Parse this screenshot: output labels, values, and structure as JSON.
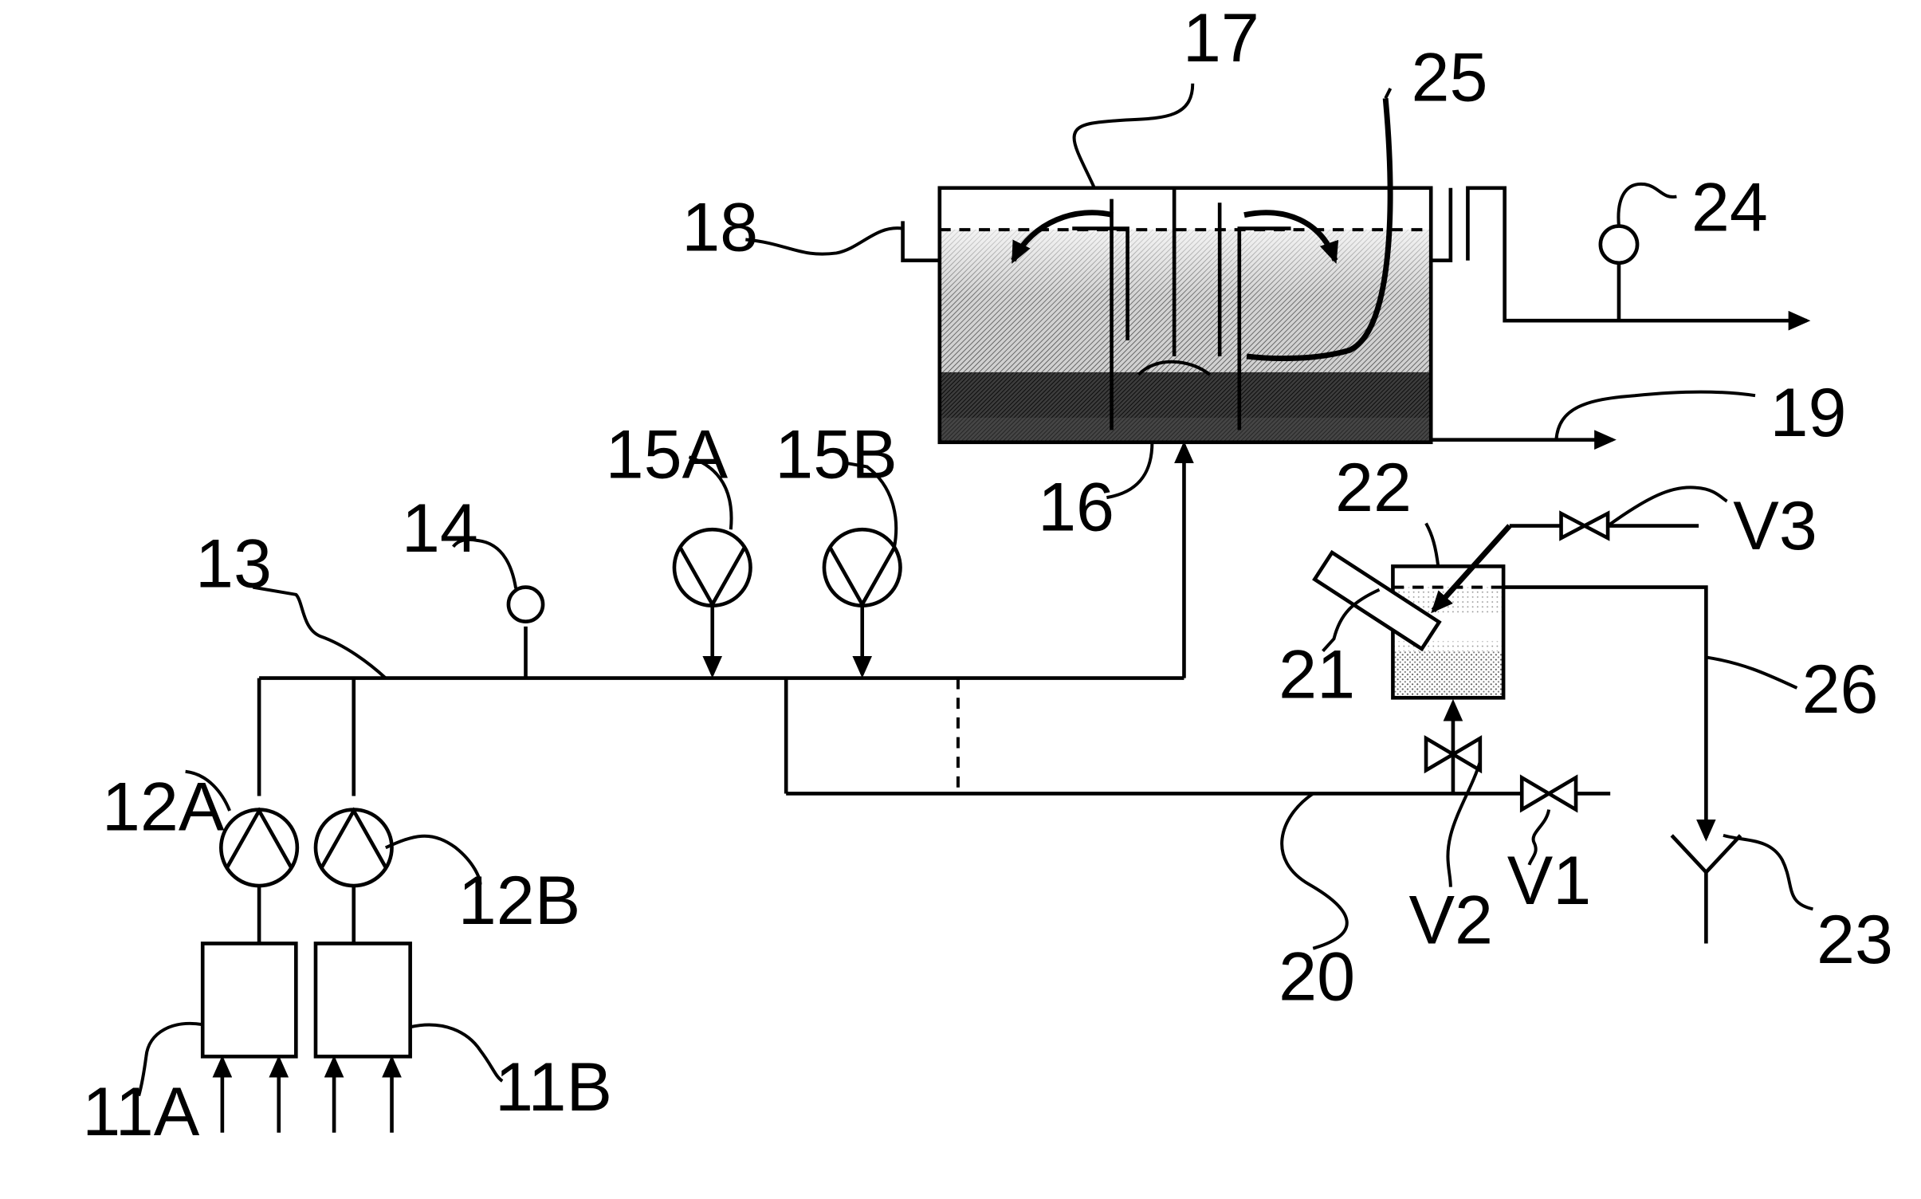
{
  "labels": {
    "l17": "17",
    "l25": "25",
    "l18": "18",
    "l24": "24",
    "l19": "19",
    "l16": "16",
    "l15A": "15A",
    "l15B": "15B",
    "l14": "14",
    "l13": "13",
    "l22": "22",
    "lV3": "V3",
    "l21": "21",
    "l26": "26",
    "l12A": "12A",
    "l12B": "12B",
    "l20": "20",
    "lV2": "V2",
    "lV1": "V1",
    "l23": "23",
    "l11A": "11A",
    "l11B": "11B"
  }
}
